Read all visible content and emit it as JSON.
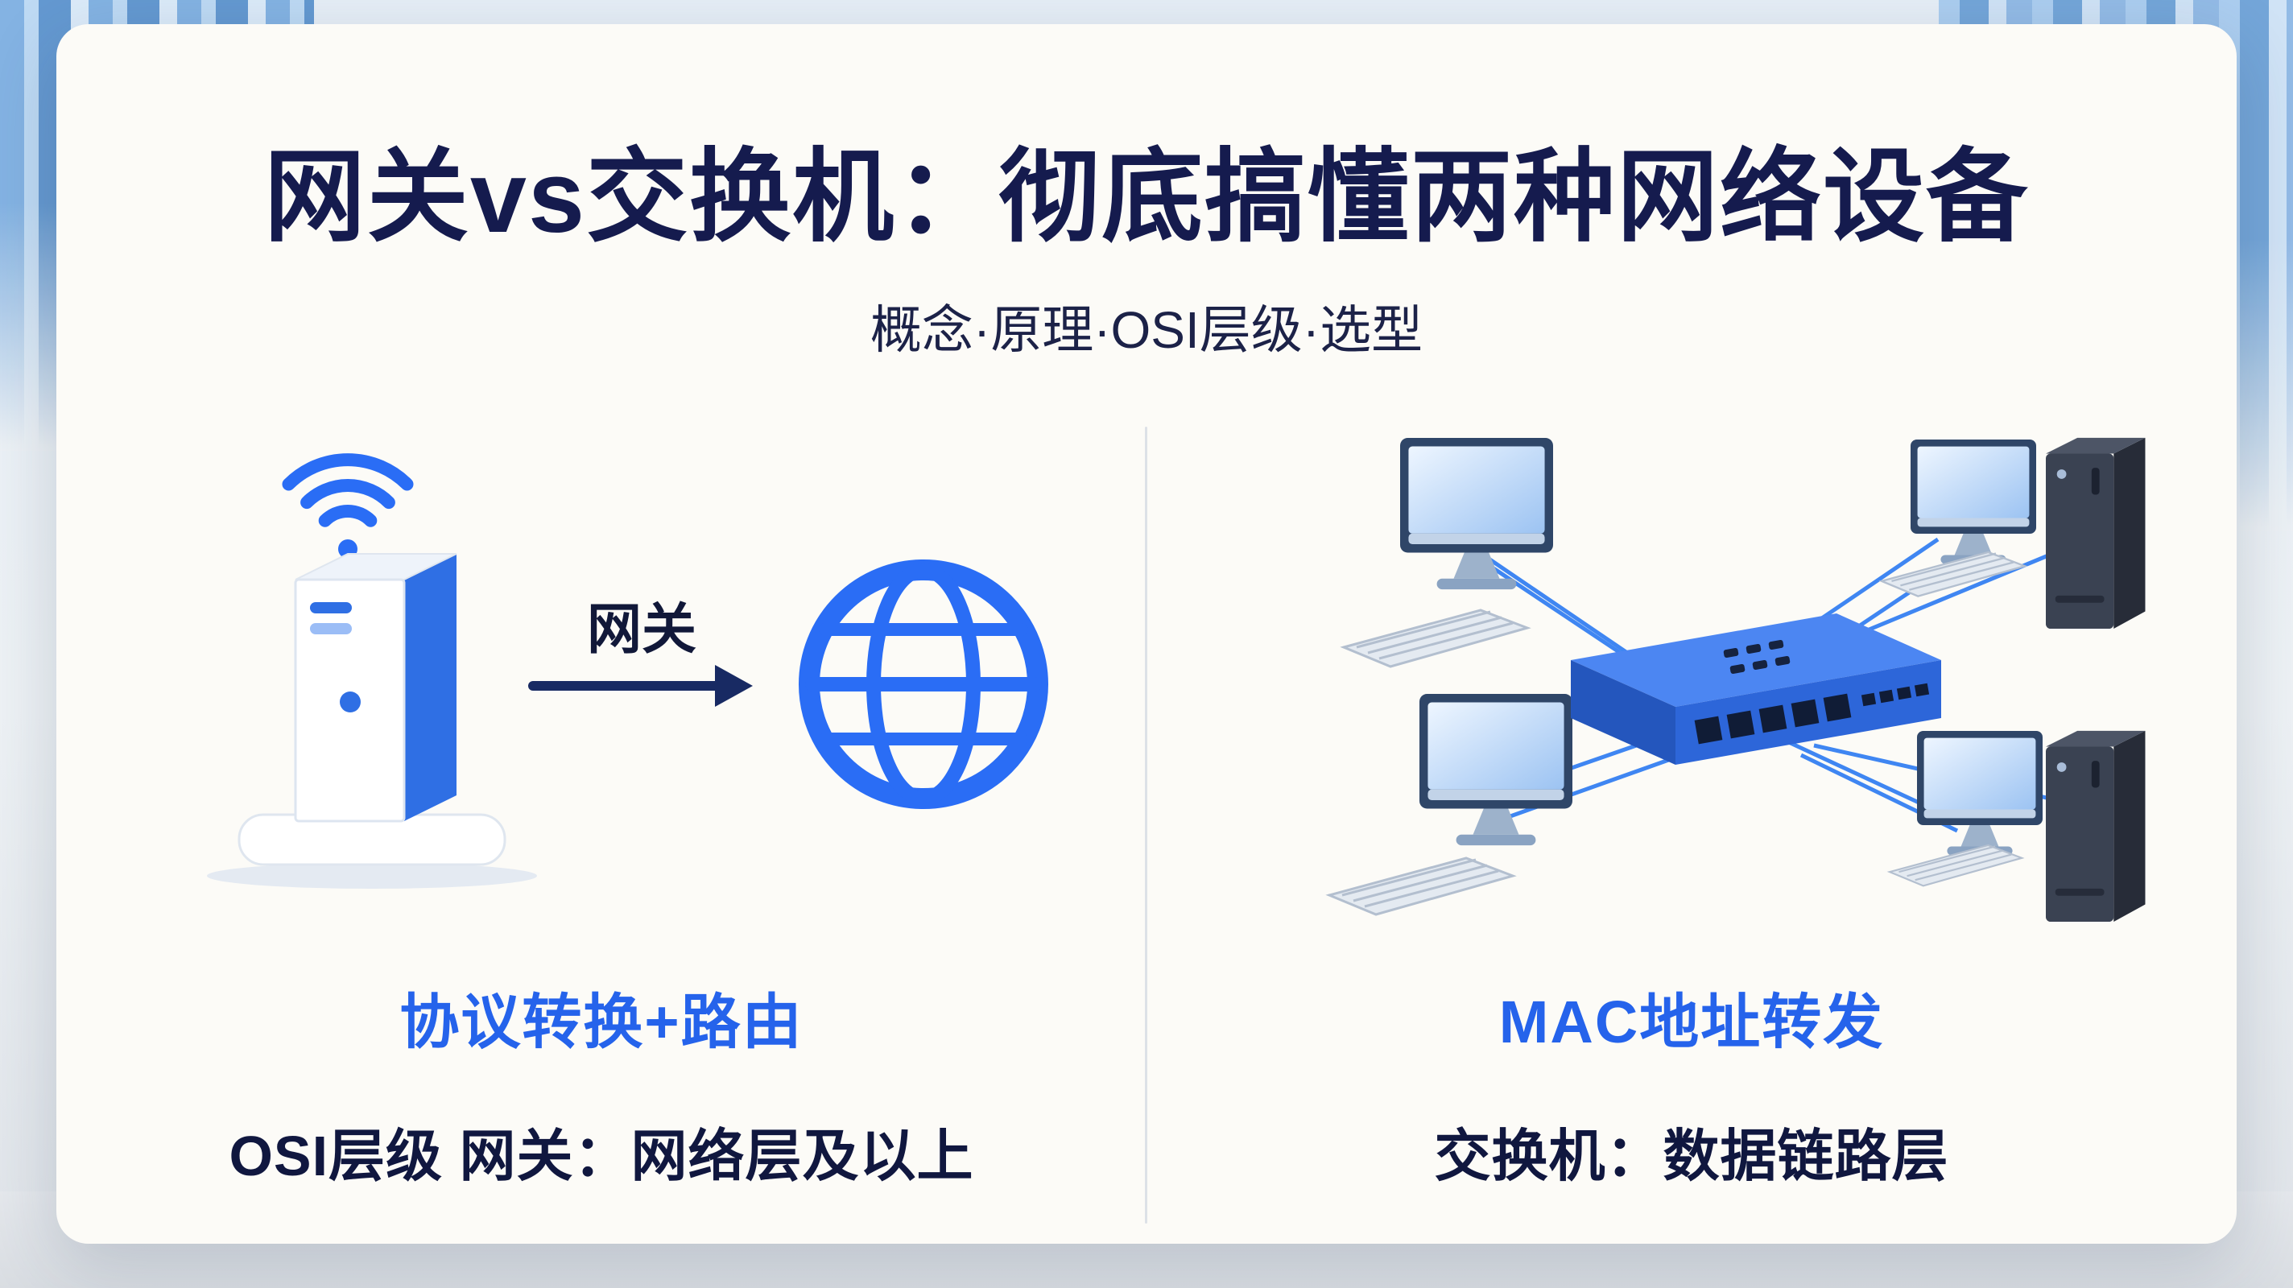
{
  "header": {
    "title": "网关vs交换机：彻底搞懂两种网络设备",
    "subtitle": "概念·原理·OSI层级·选型"
  },
  "gateway_panel": {
    "arrow_label": "网关",
    "feature_label": "协议转换+路由",
    "osi_label": "OSI层级 网关：网络层及以上"
  },
  "switch_panel": {
    "feature_label": "MAC地址转发",
    "osi_label": "交换机：数据链路层"
  },
  "colors": {
    "title_navy": "#151b4e",
    "accent_blue": "#2563eb",
    "globe_blue": "#2a6df5",
    "switch_blue": "#2d66d9",
    "connection_line_blue": "#3f86f2",
    "card_background": "#fcfbf7"
  },
  "icons": [
    "wifi-icon",
    "server-icon",
    "gateway-arrow-icon",
    "globe-icon",
    "connection-lines",
    "computer-icon",
    "keyboard-icon",
    "server-tower-icon",
    "network-switch-icon"
  ]
}
